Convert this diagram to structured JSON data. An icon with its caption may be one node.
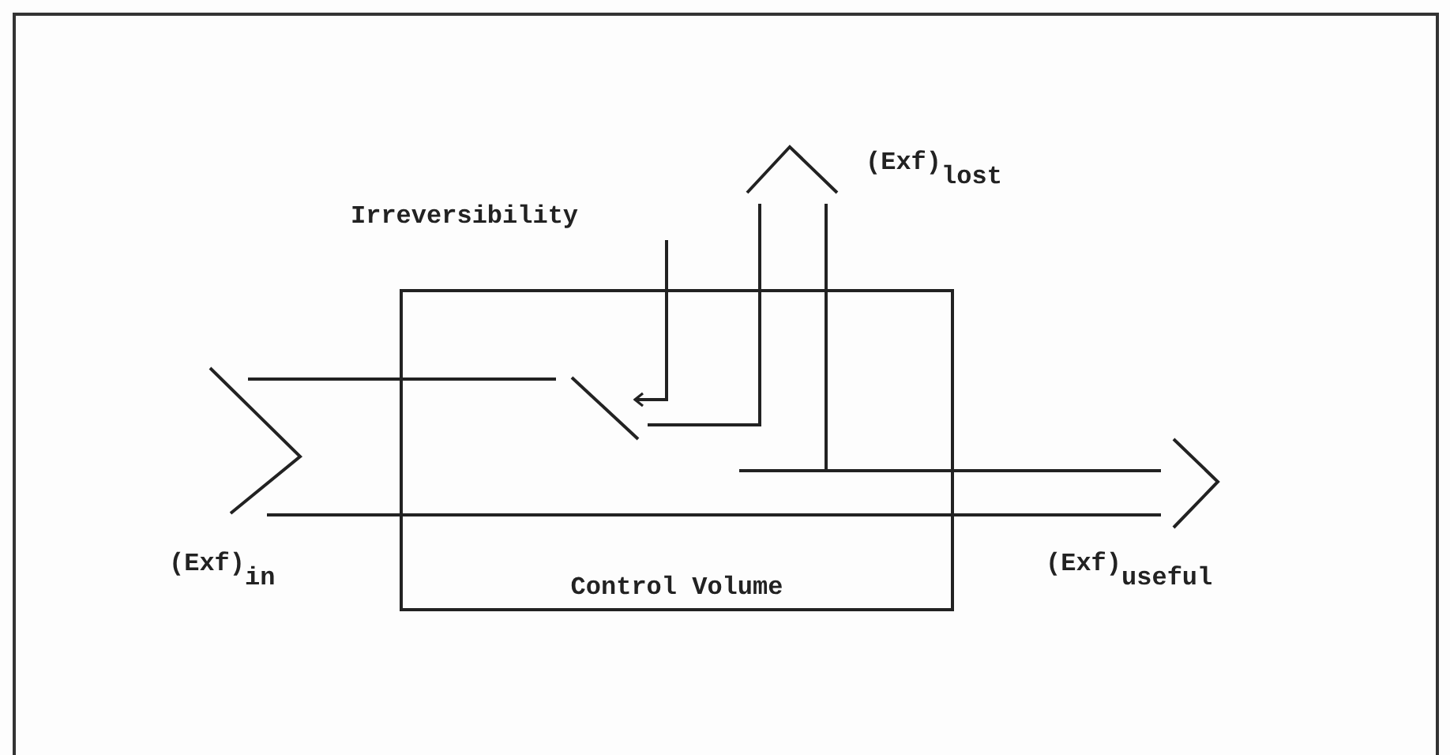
{
  "diagram": {
    "nodes": [
      {
        "text": [
          "Control Volume"
        ]
      },
      {
        "text": [
          "Irreversibility"
        ]
      },
      {
        "text": [],
        "shape": "bar",
        "in": 0
      }
    ],
    "edges": [
      {
        "from": 1,
        "to": 2,
        "arrow": "to"
      }
    ],
    "labels": [
      "(Exf)$_{lost}$",
      "(Exf)$_{in}$",
      "(Exf)$_{useful}$"
    ]
  }
}
